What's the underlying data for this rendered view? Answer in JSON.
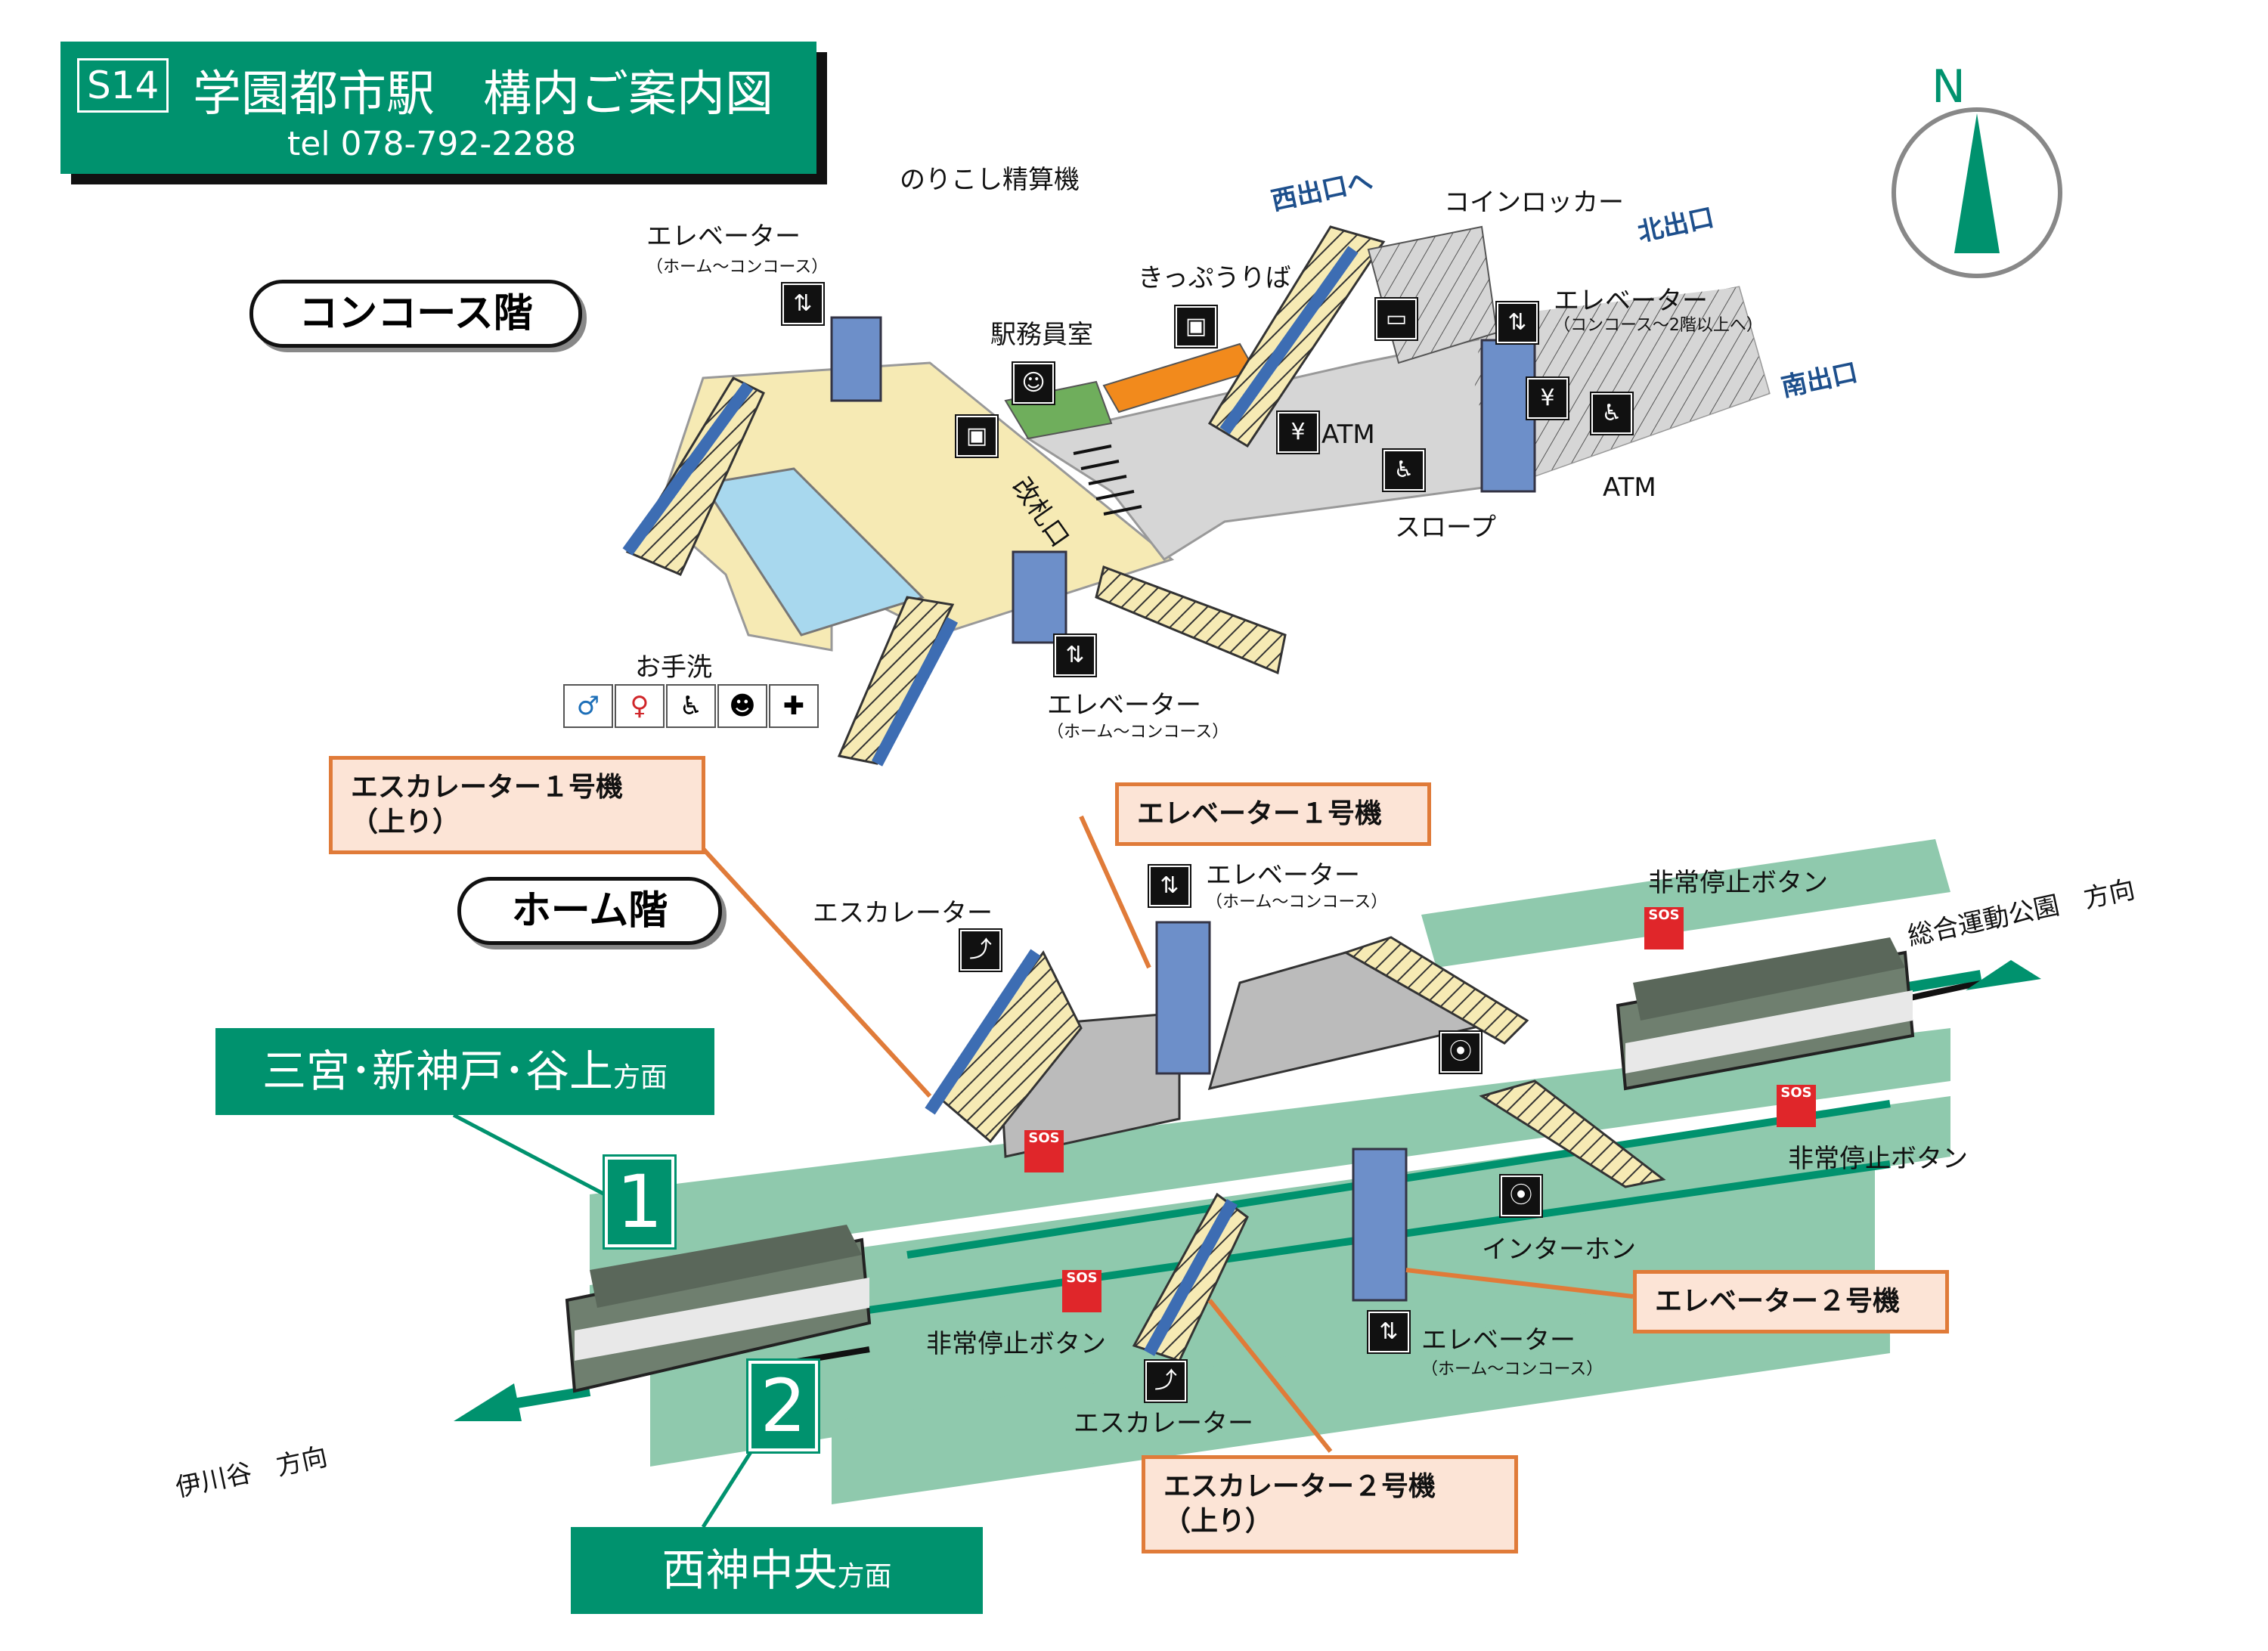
{
  "header": {
    "station_code": "S14",
    "title": "学園都市駅　構内ご案内図",
    "tel": "tel 078-792-2288"
  },
  "compass": {
    "label": "N"
  },
  "concourse": {
    "floor_label": "コンコース階",
    "labels": {
      "elevator_top": "エレベーター",
      "elevator_top_sub": "（ホーム～コンコース）",
      "fare_adjust": "のりこし精算機",
      "station_office": "駅務員室",
      "ticket": "きっぷうりば",
      "gate": "改札口",
      "west_exit": "西出口へ",
      "coin_locker": "コインロッカー",
      "north_exit": "北出口",
      "elevator_right": "エレベーター",
      "elevator_right_sub": "（コンコース～2階以上へ）",
      "south_exit": "南出口",
      "atm1": "ATM",
      "atm2": "ATM",
      "slope": "スロープ",
      "restroom": "お手洗",
      "elevator_bottom": "エレベーター",
      "elevator_bottom_sub": "（ホーム～コンコース）"
    }
  },
  "platform": {
    "floor_label": "ホーム階",
    "labels": {
      "escalator_top": "エスカレーター",
      "elevator_top": "エレベーター",
      "elevator_top_sub": "（ホーム～コンコース）",
      "emergency_1": "非常停止ボタン",
      "emergency_2": "非常停止ボタン",
      "emergency_3": "非常停止ボタン",
      "intercom": "インターホン",
      "elevator_bottom": "エレベーター",
      "elevator_bottom_sub": "（ホーム～コンコース）",
      "escalator_bottom": "エスカレーター",
      "dir_sogo": "総合運動公園　方向",
      "dir_ikawadani": "伊川谷　方向"
    },
    "callouts": {
      "escalator1_line1": "エスカレーター１号機",
      "escalator1_line2": "（上り）",
      "elevator1": "エレベーター１号機",
      "elevator2": "エレベーター２号機",
      "escalator2_line1": "エスカレーター２号機",
      "escalator2_line2": "（上り）"
    },
    "track1": {
      "number": "1",
      "destination": "三宮･新神戸･谷上",
      "suffix": "方面"
    },
    "track2": {
      "number": "2",
      "destination": "西神中央",
      "suffix": "方面"
    },
    "sos_text": "SOS"
  },
  "colors": {
    "brand_green": "#00926e",
    "platform_green": "#8fc9ad",
    "concourse_yellow": "#f6eab4",
    "concourse_gray": "#d6d6d6",
    "elevator_blue": "#6d8fc9",
    "toilet_blue": "#a8d8ee",
    "office_green": "#6fae5c",
    "ticket_orange": "#f28a1c",
    "callout_border": "#e07b39",
    "callout_fill": "#fce4d6",
    "sos_red": "#e0262a"
  },
  "icons": [
    "elevator-icon",
    "escalator-icon",
    "wheelchair-icon",
    "atm-icon",
    "locker-icon",
    "ticket-machine-icon",
    "staff-icon",
    "intercom-icon",
    "sos-icon",
    "toilet-male-icon",
    "toilet-female-icon",
    "toilet-accessible-icon",
    "baby-icon",
    "ostomate-icon",
    "compass-icon",
    "train-icon",
    "arrow-icon"
  ]
}
